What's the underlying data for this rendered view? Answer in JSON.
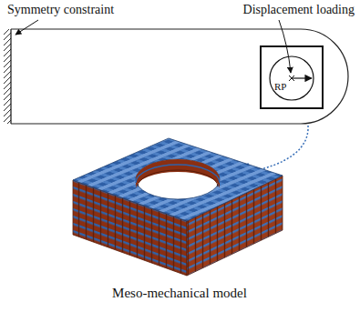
{
  "diagram": {
    "labels": [
      "Symmetry constraint",
      "Displacement loading",
      "RP",
      "Meso-mechanical model"
    ]
  }
}
